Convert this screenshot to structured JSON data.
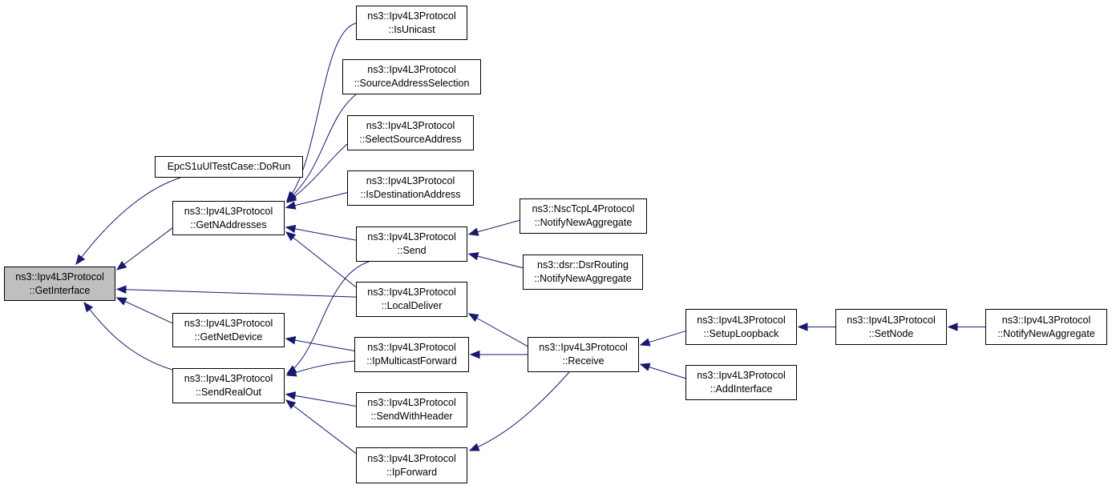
{
  "colors": {
    "edge": "#191970",
    "node_border": "#000000",
    "root_fill": "#bfbfbf",
    "node_fill": "#ffffff"
  },
  "nodes": {
    "getinterface": {
      "l1": "ns3::Ipv4L3Protocol",
      "l2": "::GetInterface"
    },
    "dorun": {
      "l1": "EpcS1uUlTestCase::DoRun",
      "l2": ""
    },
    "getnaddresses": {
      "l1": "ns3::Ipv4L3Protocol",
      "l2": "::GetNAddresses"
    },
    "getnetdevice": {
      "l1": "ns3::Ipv4L3Protocol",
      "l2": "::GetNetDevice"
    },
    "sendrealout": {
      "l1": "ns3::Ipv4L3Protocol",
      "l2": "::SendRealOut"
    },
    "isunicast": {
      "l1": "ns3::Ipv4L3Protocol",
      "l2": "::IsUnicast"
    },
    "sourceaddrsel": {
      "l1": "ns3::Ipv4L3Protocol",
      "l2": "::SourceAddressSelection"
    },
    "selectsrcaddr": {
      "l1": "ns3::Ipv4L3Protocol",
      "l2": "::SelectSourceAddress"
    },
    "isdestaddr": {
      "l1": "ns3::Ipv4L3Protocol",
      "l2": "::IsDestinationAddress"
    },
    "send": {
      "l1": "ns3::Ipv4L3Protocol",
      "l2": "::Send"
    },
    "localdeliver": {
      "l1": "ns3::Ipv4L3Protocol",
      "l2": "::LocalDeliver"
    },
    "ipmcastfwd": {
      "l1": "ns3::Ipv4L3Protocol",
      "l2": "::IpMulticastForward"
    },
    "sendwithheader": {
      "l1": "ns3::Ipv4L3Protocol",
      "l2": "::SendWithHeader"
    },
    "ipforward": {
      "l1": "ns3::Ipv4L3Protocol",
      "l2": "::IpForward"
    },
    "nsctcp": {
      "l1": "ns3::NscTcpL4Protocol",
      "l2": "::NotifyNewAggregate"
    },
    "dsrrouting": {
      "l1": "ns3::dsr::DsrRouting",
      "l2": "::NotifyNewAggregate"
    },
    "receive": {
      "l1": "ns3::Ipv4L3Protocol",
      "l2": "::Receive"
    },
    "setuploopback": {
      "l1": "ns3::Ipv4L3Protocol",
      "l2": "::SetupLoopback"
    },
    "addinterface": {
      "l1": "ns3::Ipv4L3Protocol",
      "l2": "::AddInterface"
    },
    "setnode": {
      "l1": "ns3::Ipv4L3Protocol",
      "l2": "::SetNode"
    },
    "notifynewagg": {
      "l1": "ns3::Ipv4L3Protocol",
      "l2": "::NotifyNewAggregate"
    }
  },
  "edges": [
    [
      "dorun",
      "getinterface"
    ],
    [
      "getnaddresses",
      "getinterface"
    ],
    [
      "localdeliver",
      "getinterface"
    ],
    [
      "getnetdevice",
      "getinterface"
    ],
    [
      "sendrealout",
      "getinterface"
    ],
    [
      "isunicast",
      "getnaddresses"
    ],
    [
      "sourceaddrsel",
      "getnaddresses"
    ],
    [
      "selectsrcaddr",
      "getnaddresses"
    ],
    [
      "isdestaddr",
      "getnaddresses"
    ],
    [
      "send",
      "getnaddresses"
    ],
    [
      "localdeliver",
      "getnaddresses"
    ],
    [
      "ipmcastfwd",
      "getnetdevice"
    ],
    [
      "send",
      "sendrealout"
    ],
    [
      "ipmcastfwd",
      "sendrealout"
    ],
    [
      "sendwithheader",
      "sendrealout"
    ],
    [
      "ipforward",
      "sendrealout"
    ],
    [
      "nsctcp",
      "send"
    ],
    [
      "dsrrouting",
      "send"
    ],
    [
      "receive",
      "localdeliver"
    ],
    [
      "receive",
      "ipmcastfwd"
    ],
    [
      "receive",
      "ipforward"
    ],
    [
      "setuploopback",
      "receive"
    ],
    [
      "addinterface",
      "receive"
    ],
    [
      "setnode",
      "setuploopback"
    ],
    [
      "notifynewagg",
      "setnode"
    ]
  ]
}
